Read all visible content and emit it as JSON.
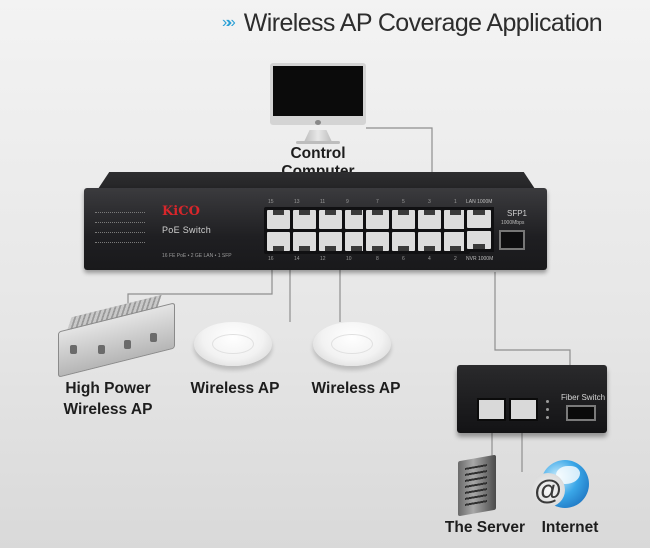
{
  "title": "Wireless AP Coverage Application",
  "title_prefix": "»»",
  "colors": {
    "accent": "#2aa0d6",
    "brand_red": "#d8262b",
    "device_dark": "#1f1f22",
    "wire": "#8f8f8f"
  },
  "nodes": {
    "control_computer": {
      "label": "Control Computer"
    },
    "ap_high_power": {
      "label_line1": "High Power",
      "label_line2": "Wireless AP"
    },
    "ap_1": {
      "label": "Wireless AP"
    },
    "ap_2": {
      "label": "Wireless AP"
    },
    "server": {
      "label": "The Server"
    },
    "internet": {
      "label": "Internet"
    }
  },
  "poe_switch": {
    "brand": "KiCO",
    "model": "PoE Switch",
    "spec": "16 FE PoE • 2 GE LAN • 1 SFP",
    "top_port_numbers": [
      "15",
      "13",
      "11",
      "9",
      "7",
      "5",
      "3",
      "1"
    ],
    "bottom_port_numbers": [
      "16",
      "14",
      "12",
      "10",
      "8",
      "6",
      "4",
      "2"
    ],
    "uplink_top_label": "LAN 1000M",
    "uplink_bottom_label": "NVR 1000M",
    "sfp_label": "SFP1",
    "sfp_sub": "1000Mbps"
  },
  "fiber_switch": {
    "label": "Fiber Switch"
  },
  "icons": [
    "monitor-icon",
    "access-point-icon",
    "outdoor-ap-icon",
    "server-icon",
    "globe-icon"
  ]
}
